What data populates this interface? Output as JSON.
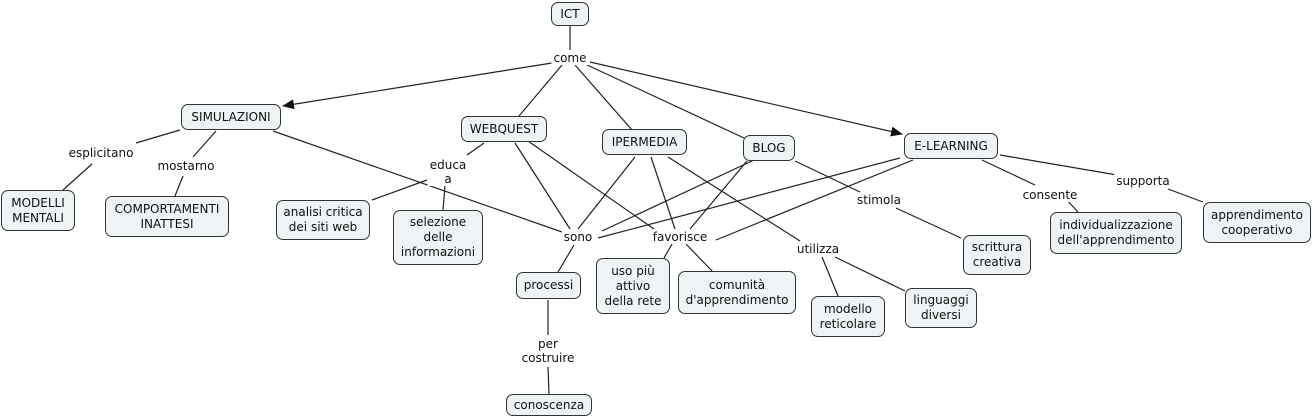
{
  "title": "ICT concept map",
  "nodes": {
    "ict": "ICT",
    "simulazioni": "SIMULAZIONI",
    "webquest": "WEBQUEST",
    "ipermedia": "IPERMEDIA",
    "blog": "BLOG",
    "elearning": "E-LEARNING",
    "modelli": "MODELLI\nMENTALI",
    "comportamenti": "COMPORTAMENTI\nINATTESI",
    "analisi": "analisi critica\ndei siti web",
    "selezione": "selezione\ndelle\ninformazioni",
    "processi": "processi",
    "conoscenza": "conoscenza",
    "uso": "uso più\nattivo\ndella rete",
    "comunita": "comunità\nd'apprendimento",
    "modello": "modello\nreticolare",
    "linguaggi": "linguaggi\ndiversi",
    "scrittura": "scrittura\ncreativa",
    "individualizzazione": "individualizzazione\ndell'apprendimento",
    "cooperativo": "apprendimento\ncooperativo"
  },
  "links": {
    "come": "come",
    "esplicitano": "esplicitano",
    "mostarno": "mostarno",
    "educa": "educa\na",
    "sono": "sono",
    "favorisce": "favorisce",
    "per_costruire": "per\ncostruire",
    "utilizza": "utilizza",
    "stimola": "stimola",
    "consente": "consente",
    "supporta": "supporta"
  },
  "colors": {
    "node_fill": "#eef3f5",
    "stroke": "#333333"
  }
}
